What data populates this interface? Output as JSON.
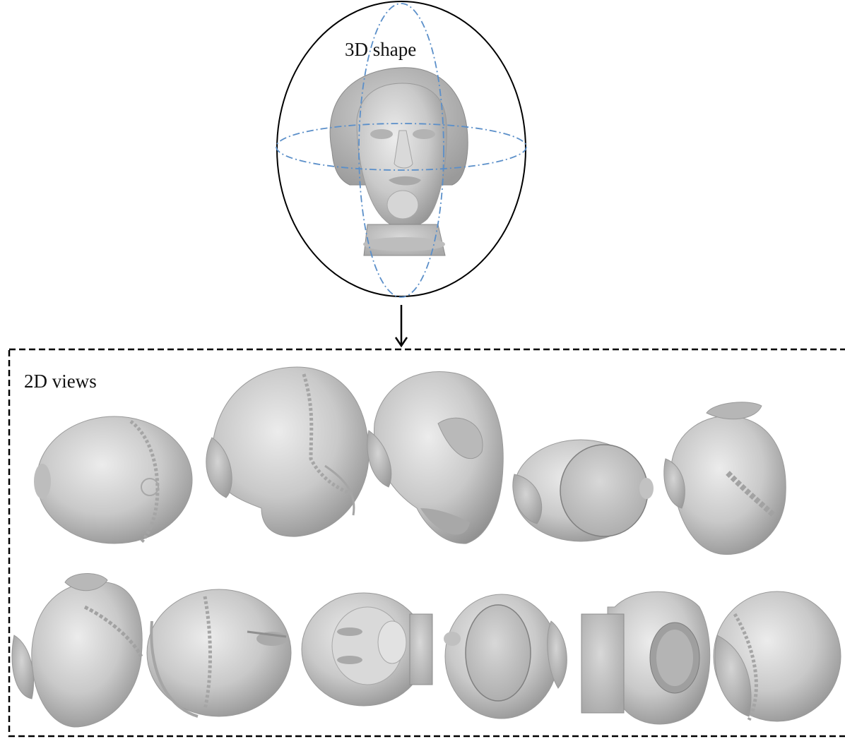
{
  "top": {
    "label": "3D shape"
  },
  "bottom": {
    "label": "2D views"
  },
  "views": [
    {
      "kind": "top-of-head"
    },
    {
      "kind": "back-three-quarter"
    },
    {
      "kind": "side-profile-ear"
    },
    {
      "kind": "bottom-neck-cut"
    },
    {
      "kind": "tilted-side"
    },
    {
      "kind": "back-tilted"
    },
    {
      "kind": "face-sideways"
    },
    {
      "kind": "face-upside"
    },
    {
      "kind": "bottom-neck-cut"
    },
    {
      "kind": "side-neck-cut"
    },
    {
      "kind": "back-of-head"
    }
  ],
  "colors": {
    "surface": "#c8c8c8",
    "surface_light": "#e6e6e6",
    "surface_dark": "#8e8e8e",
    "axis": "#5b8fc9",
    "stroke": "#000000"
  }
}
